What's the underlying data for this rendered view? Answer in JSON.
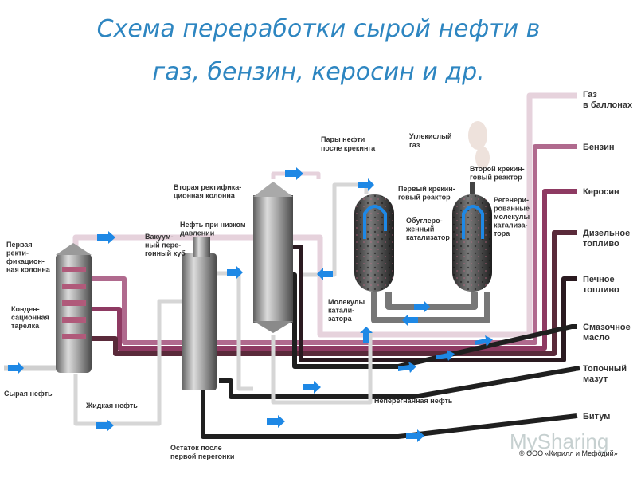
{
  "title": {
    "line1": "Схема переработки сырой нефти в",
    "line2": "газ, бензин, керосин и др."
  },
  "labels": {
    "crude": "Сырая нефть",
    "col1": [
      "Первая",
      "ректи-",
      "фикацион-",
      "ная колонна"
    ],
    "plate": [
      "Конден-",
      "сационная",
      "тарелка"
    ],
    "liquid": "Жидкая нефть",
    "vacuum": [
      "Вакуум-",
      "ный пере-",
      "гонный куб"
    ],
    "lowp": [
      "Нефть при низком",
      "давлении"
    ],
    "col2": [
      "Вторая ректифика-",
      "ционная колонна"
    ],
    "residue": [
      "Остаток после",
      "первой перегонки"
    ],
    "unrefined": "Неперегнанная нефть",
    "vapors": [
      "Пары нефти",
      "после крекинга"
    ],
    "reactor1": [
      "Первый крекин-",
      "говый реактор"
    ],
    "coked": [
      "Обуглеро-",
      "женный",
      "катализатор"
    ],
    "molecules": [
      "Молекулы",
      "катали-",
      "затора"
    ],
    "co2": [
      "Углекислый",
      "газ"
    ],
    "reactor2": [
      "Второй крекин-",
      "говый реактор"
    ],
    "regen": [
      "Регенери-",
      "рованные",
      "молекулы",
      "катализа-",
      "тора"
    ]
  },
  "outputs": [
    [
      "Газ",
      "в баллонах"
    ],
    [
      "Бензин"
    ],
    [
      "Керосин"
    ],
    [
      "Дизельное",
      "топливо"
    ],
    [
      "Печное",
      "топливо"
    ],
    [
      "Смазочное",
      "масло"
    ],
    [
      "Топочный",
      "мазут"
    ],
    [
      "Битум"
    ]
  ],
  "copyright": "© ООО «Кирилл и Мефодий»",
  "watermark": "MySharing",
  "colors": {
    "title": "#2e86c1",
    "arrow": "#1e88e5",
    "gas": "#f0dde6",
    "gasoline": "#b06a8e",
    "kerosene": "#8e3a62",
    "diesel": "#5a2a3a",
    "dark": "#1f1f1f"
  }
}
